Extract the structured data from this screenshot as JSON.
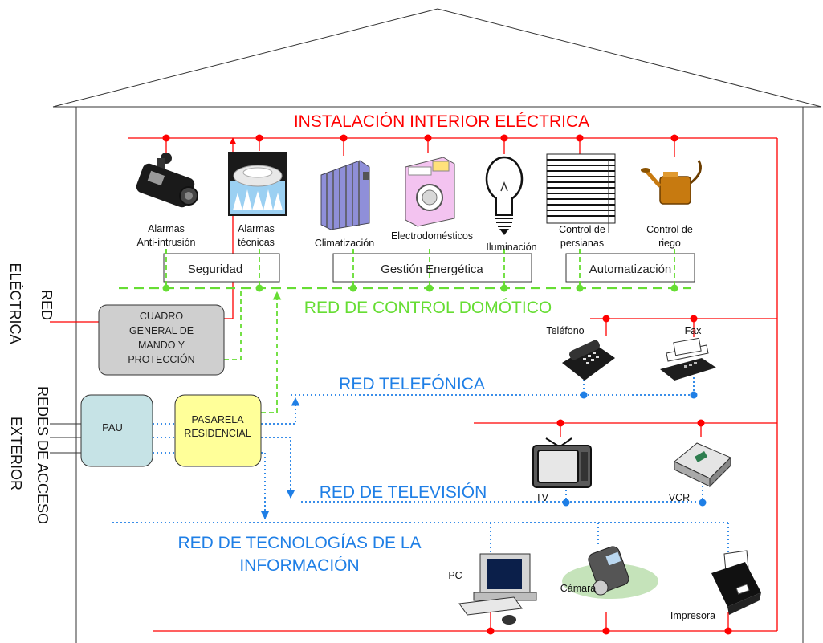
{
  "titles": {
    "electrical": "INSTALACIÓN INTERIOR ELÉCTRICA",
    "control": "RED DE CONTROL DOMÓTICO",
    "phone": "RED TELEFÓNICA",
    "tv": "RED DE TELEVISIÓN",
    "it_line1": "RED DE TECNOLOGÍAS DE LA",
    "it_line2": "INFORMACIÓN"
  },
  "side_labels": {
    "red": "RED",
    "electrica": "ELÉCTRICA",
    "redes_de_acceso": "REDES DE ACCESO",
    "exterior": "EXTERIOR"
  },
  "devices": {
    "alarm_intrusion_l1": "Alarmas",
    "alarm_intrusion_l2": "Anti-intrusión",
    "alarm_tech_l1": "Alarmas",
    "alarm_tech_l2": "técnicas",
    "climate": "Climatización",
    "appliances": "Electrodomésticos",
    "lighting": "Iluminación",
    "blinds_l1": "Control de",
    "blinds_l2": "persianas",
    "irrigation_l1": "Control de",
    "irrigation_l2": "riego",
    "phone": "Teléfono",
    "fax": "Fax",
    "tv": "TV",
    "vcr": "VCR",
    "pc": "PC",
    "camera": "Cámara",
    "printer": "Impresora"
  },
  "groups": {
    "security": "Seguridad",
    "energy": "Gestión Energética",
    "automation": "Automatización"
  },
  "boxes": {
    "panel_l1": "CUADRO",
    "panel_l2": "GENERAL DE",
    "panel_l3": "MANDO Y",
    "panel_l4": "PROTECCIÓN",
    "pau": "PAU",
    "gateway_l1": "PASARELA",
    "gateway_l2": "RESIDENCIAL"
  },
  "colors": {
    "electrical": "#ff0000",
    "control": "#66dd33",
    "phone": "#1f7fe6",
    "tv": "#1f7fe6",
    "panel_fill": "#cfcfcf",
    "pau_fill": "#c6e3e6",
    "gateway_fill": "#ffff99"
  }
}
